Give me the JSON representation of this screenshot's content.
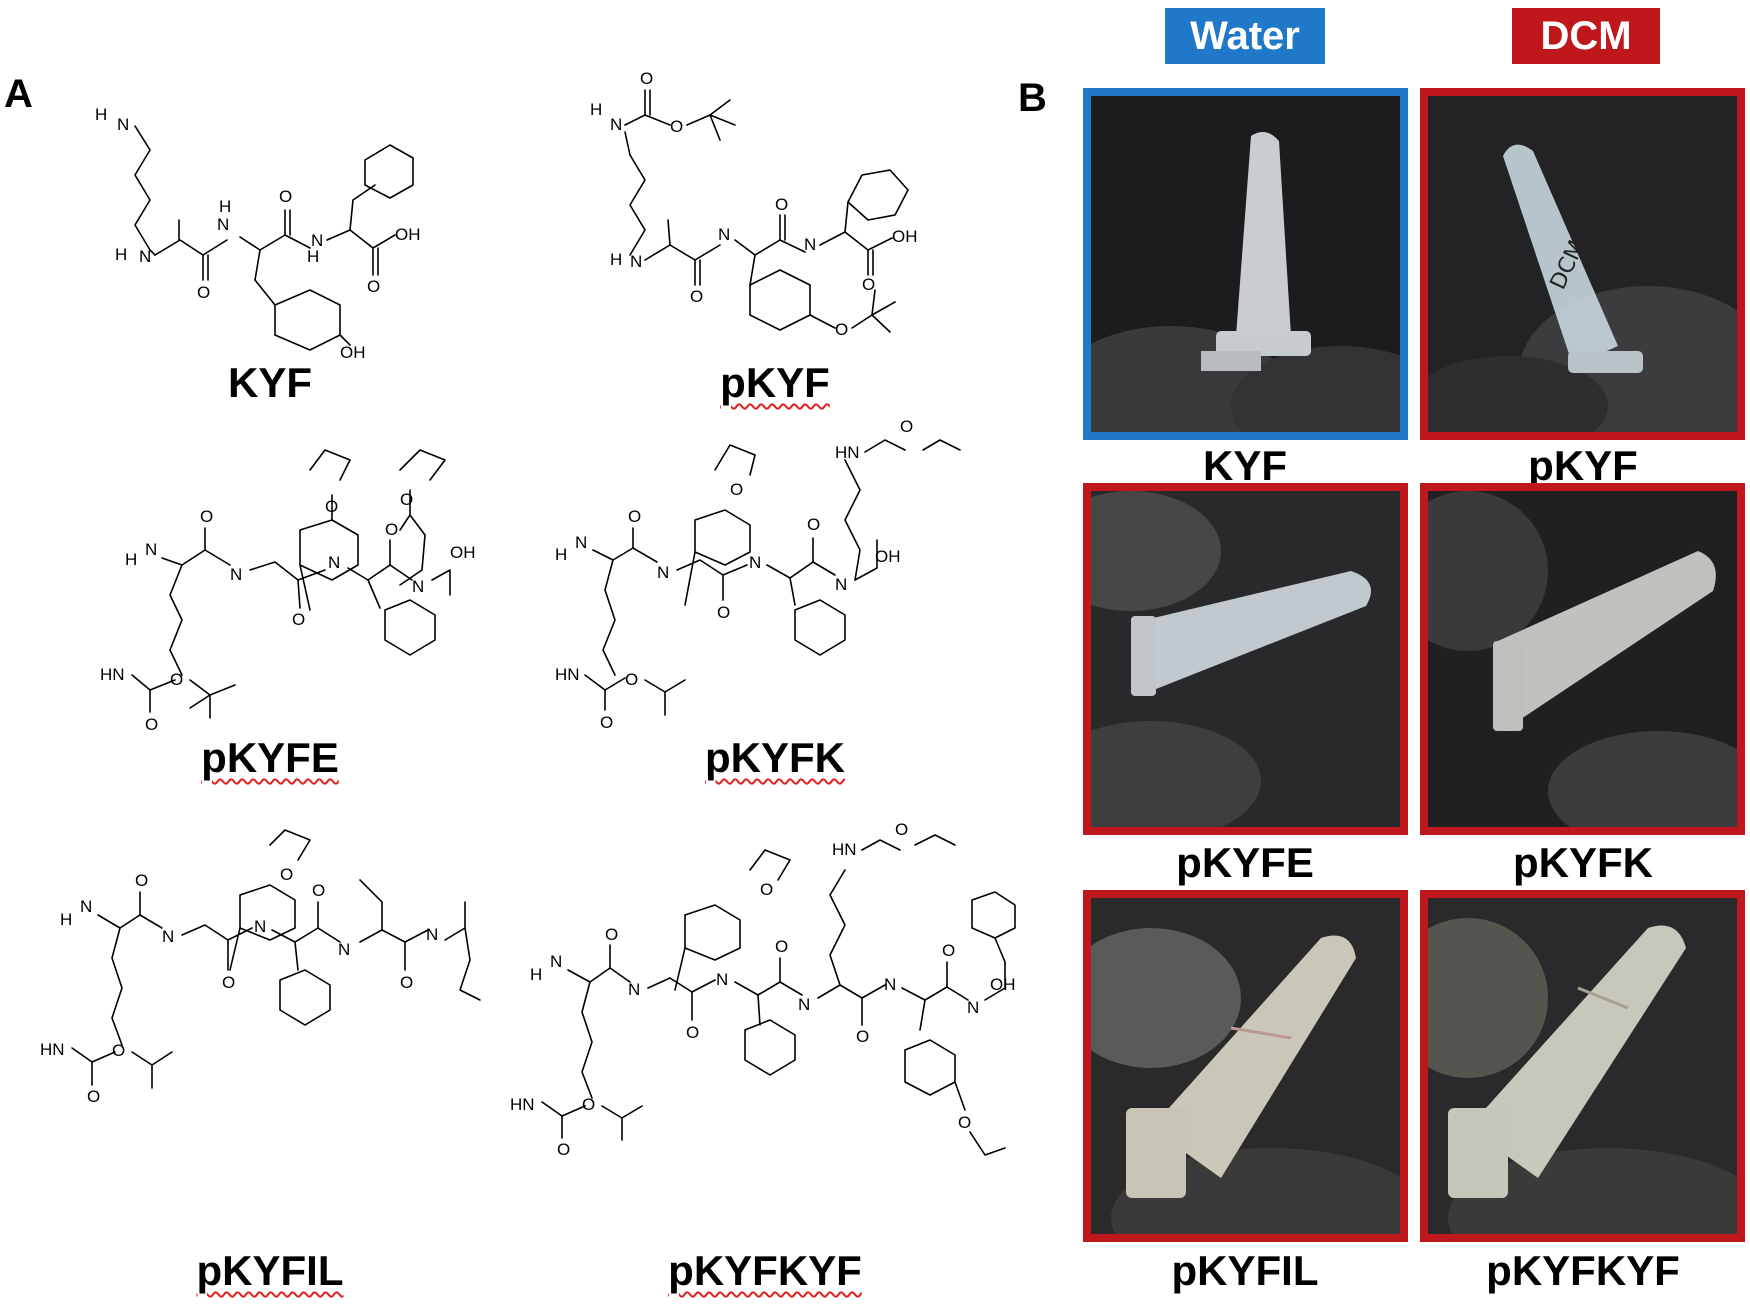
{
  "panel_a": {
    "letter": "A",
    "compounds": [
      {
        "name": "KYF",
        "underlined": false
      },
      {
        "name": "pKYF",
        "underlined": true
      },
      {
        "name": "pKYFE",
        "underlined": true
      },
      {
        "name": "pKYFK",
        "underlined": true
      },
      {
        "name": "pKYFIL",
        "underlined": true
      },
      {
        "name": "pKYFKYF",
        "underlined": true
      }
    ],
    "atom_labels": {
      "h": "H",
      "n": "N",
      "nh": "NH",
      "hn": "HN",
      "o": "O",
      "oh": "OH",
      "hn_two": "H",
      "n_two": "N"
    }
  },
  "panel_b": {
    "letter": "B",
    "headers": [
      {
        "label": "Water",
        "color": "#1f78c8"
      },
      {
        "label": "DCM",
        "color": "#c0171c"
      }
    ],
    "photos": [
      {
        "label": "KYF",
        "solvent_color": "#1f78c8",
        "tube_marking": ""
      },
      {
        "label": "pKYF",
        "solvent_color": "#c0171c",
        "tube_marking": "DCM"
      },
      {
        "label": "pKYFE",
        "solvent_color": "#c0171c",
        "tube_marking": ""
      },
      {
        "label": "pKYFK",
        "solvent_color": "#c0171c",
        "tube_marking": ""
      },
      {
        "label": "pKYFIL",
        "solvent_color": "#c0171c",
        "tube_marking": ""
      },
      {
        "label": "pKYFKYF",
        "solvent_color": "#c0171c",
        "tube_marking": ""
      }
    ]
  }
}
